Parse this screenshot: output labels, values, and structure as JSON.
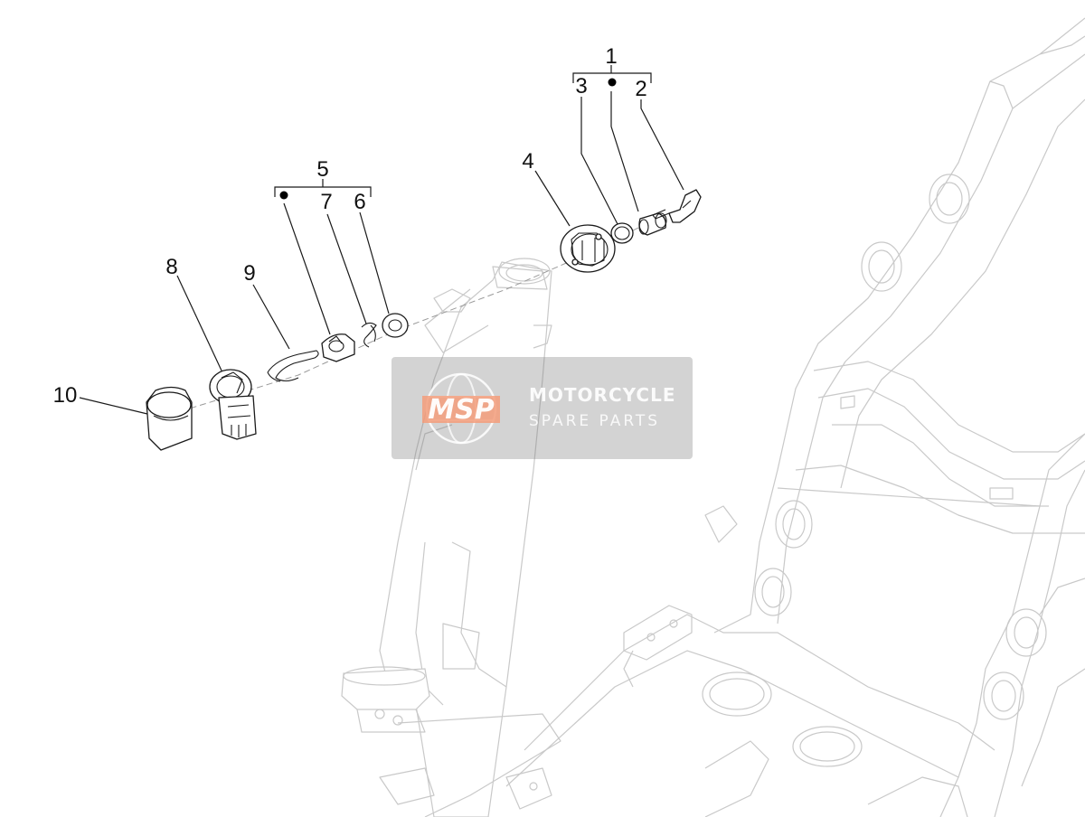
{
  "callouts": [
    {
      "id": "1",
      "text": "1"
    },
    {
      "id": "2",
      "text": "2"
    },
    {
      "id": "3",
      "text": "3"
    },
    {
      "id": "4",
      "text": "4"
    },
    {
      "id": "5",
      "text": "5"
    },
    {
      "id": "6",
      "text": "6"
    },
    {
      "id": "7",
      "text": "7"
    },
    {
      "id": "8",
      "text": "8"
    },
    {
      "id": "9",
      "text": "9"
    },
    {
      "id": "10",
      "text": "10"
    }
  ],
  "watermark": {
    "logo_text": "MSP",
    "line1": "MOTORCYCLE",
    "line2": "SPARE PARTS",
    "accent_color": "#f39c7a"
  }
}
